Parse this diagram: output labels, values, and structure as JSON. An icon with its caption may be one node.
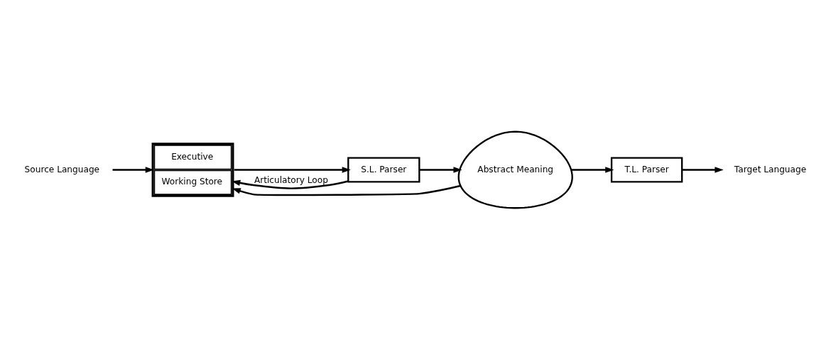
{
  "diagram": {
    "nodes": [
      {
        "text": [
          "Source Language"
        ]
      },
      {
        "text": [
          "Executive",
          "Working Store"
        ]
      },
      {
        "text": [
          "S.L. Parser"
        ]
      },
      {
        "text": [
          "Abstract Meaning"
        ]
      },
      {
        "text": [
          "T.L. Parser"
        ]
      },
      {
        "text": [
          "Target Language"
        ]
      }
    ],
    "edges": [
      {
        "from": 0,
        "to": 1,
        "arrow": "to"
      },
      {
        "from": 1,
        "to": 2,
        "arrow": "to"
      },
      {
        "from": 2,
        "to": 3,
        "arrow": "to"
      },
      {
        "from": 2,
        "to": 1,
        "arrow": "to",
        "label": "Articulatory Loop"
      },
      {
        "from": 3,
        "to": 1,
        "arrow": "to"
      },
      {
        "from": 3,
        "to": 4,
        "arrow": "to"
      },
      {
        "from": 4,
        "to": 5,
        "arrow": "to"
      }
    ]
  }
}
